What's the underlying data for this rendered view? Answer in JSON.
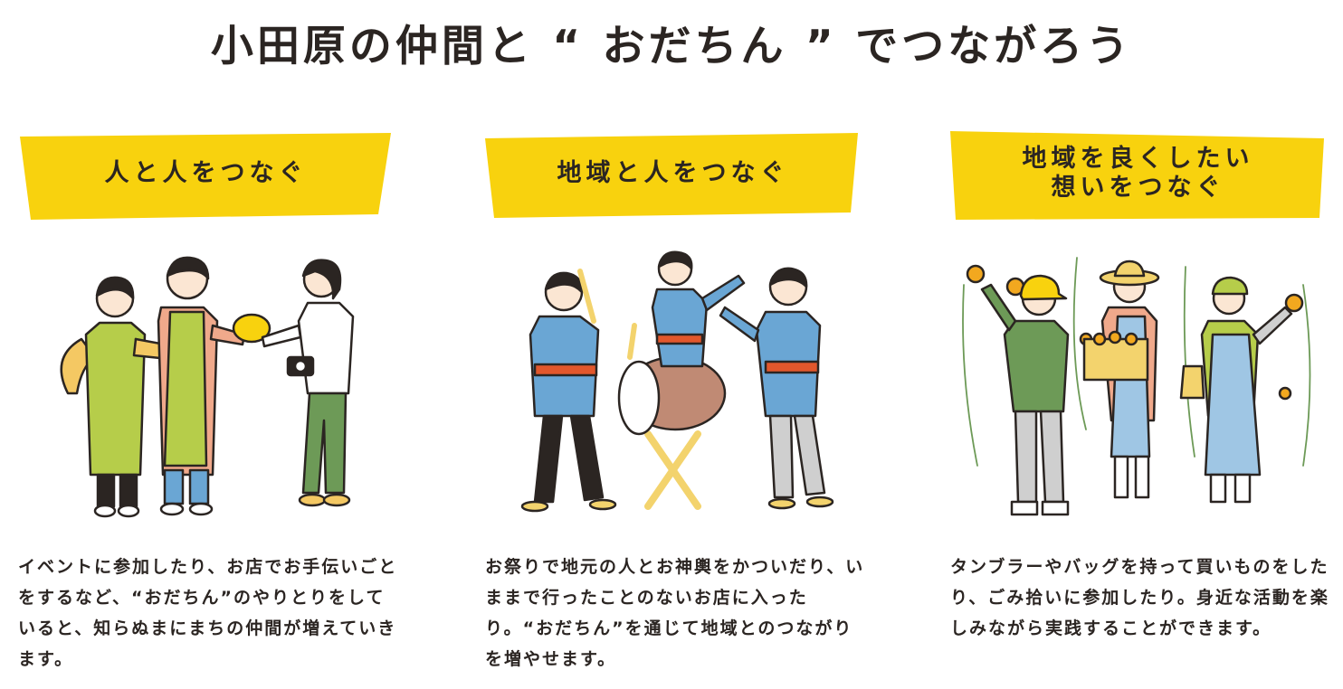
{
  "main_title": "小田原の仲間と “ おだちん ” でつながろう",
  "colors": {
    "banner_yellow": "#f8d20e",
    "text": "#2b2522",
    "apron_green": "#b6cd4a",
    "happi_blue": "#6aa6d4",
    "sash_red": "#e2572c",
    "skin": "#fbe6d3",
    "drum_brown": "#c08a74",
    "wood": "#f3d36d",
    "orange": "#f2a81f",
    "dark_green": "#6d9a57",
    "sleeve_salmon": "#f0a98b",
    "sleeve_yellow": "#f4c863"
  },
  "columns": [
    {
      "banner_lines": [
        "人と人をつなぐ"
      ],
      "description": "イベントに参加したり、お店でお手伝いごとをするなど、“おだちん”のやりとりをしていると、知らぬまにまちの仲間が増えていきます。"
    },
    {
      "banner_lines": [
        "地域と人をつなぐ"
      ],
      "description": "お祭りで地元の人とお神輿をかついだり、いままで行ったことのないお店に入ったり。“おだちん”を通じて地域とのつながりを増やせます。"
    },
    {
      "banner_lines": [
        "地域を良くしたい",
        "想いをつなぐ"
      ],
      "description": "タンブラーやバッグを持って買いものをしたり、ごみ拾いに参加したり。身近な活動を楽しみながら実践することができます。"
    }
  ]
}
